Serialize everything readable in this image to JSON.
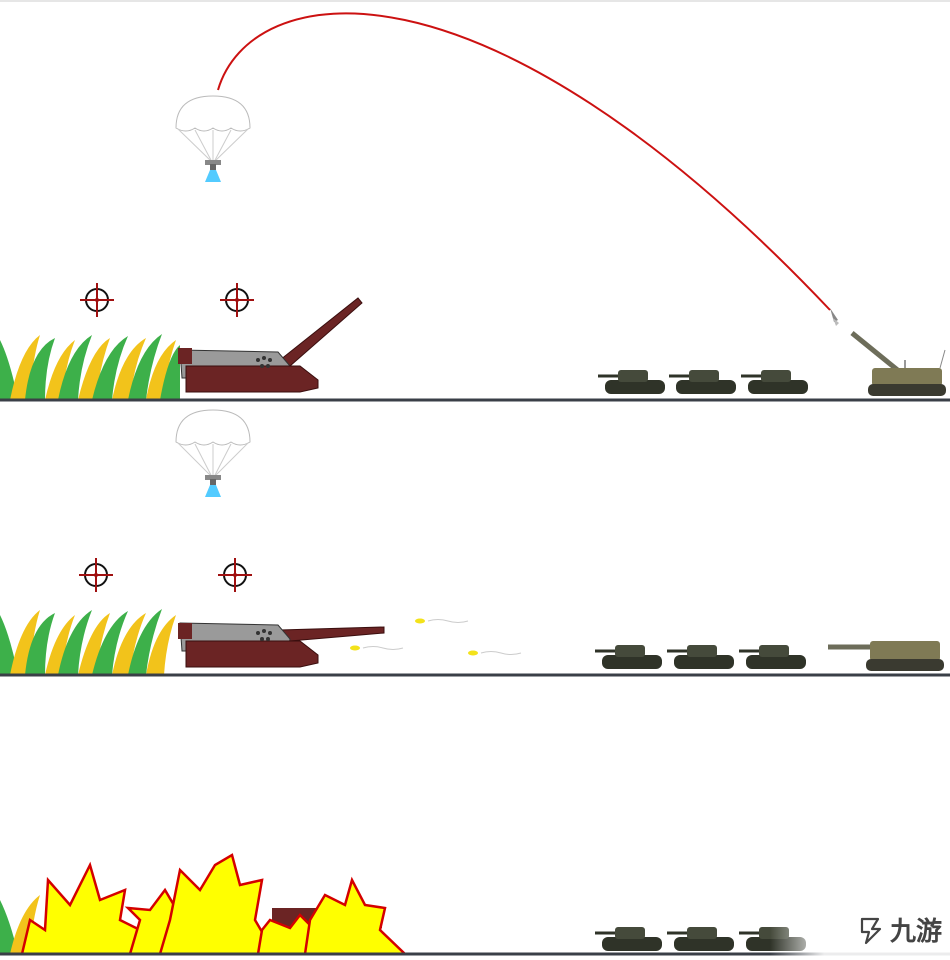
{
  "scene": {
    "frames": [
      {
        "id": "frame-1",
        "description_state": "howitzer-firing-at-drop"
      },
      {
        "id": "frame-2",
        "description_state": "tank-fires-flat-rounds"
      },
      {
        "id": "frame-3",
        "description_state": "grass-and-tank-destroyed"
      }
    ]
  },
  "watermark": {
    "text": "九游"
  },
  "colors": {
    "ground": "#3a3f47",
    "trajectory": "#cc1111",
    "crosshair": "#a01010",
    "grass_green": "#3db04a",
    "grass_yellow": "#f2c31b",
    "tank_hull": "#6b2424",
    "tank_plate": "#9a9a9a",
    "enemy_tank": "#2f3328",
    "explosion_fill": "#ffff00",
    "explosion_stroke": "#d40000",
    "parachute_glow": "#35c2ff"
  }
}
